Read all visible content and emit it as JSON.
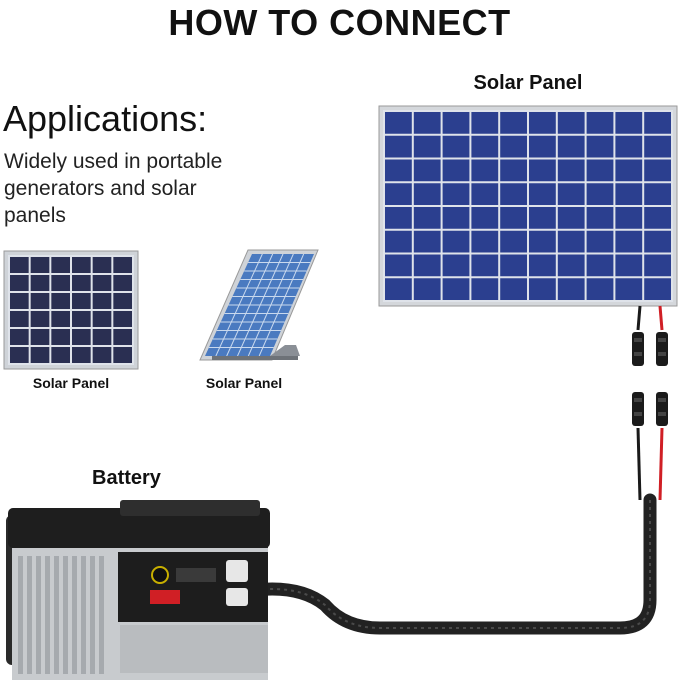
{
  "title": "HOW TO CONNECT",
  "applications": {
    "heading": "Applications:",
    "description": "Widely used in portable generators and solar panels",
    "items": [
      {
        "caption": "Solar Panel",
        "icon": "flat-solar-panel-icon"
      },
      {
        "caption": "Solar Panel",
        "icon": "tilted-solar-panel-icon"
      }
    ]
  },
  "diagram": {
    "solar_panel_label": "Solar Panel",
    "battery_label": "Battery",
    "cable_colors": {
      "positive": "#d01f25",
      "negative": "#1a1a1a",
      "sleeve": "#222222"
    },
    "panel_color": "#2b3f8f"
  }
}
